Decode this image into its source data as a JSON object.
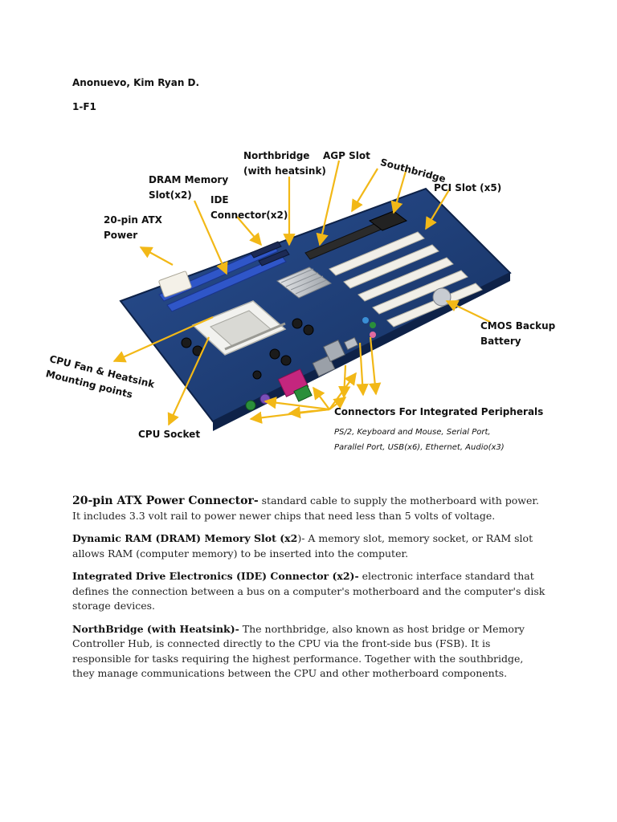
{
  "header": {
    "author": "Anonuevo, Kim Ryan D.",
    "section": "1-F1"
  },
  "figure": {
    "labels": {
      "northbridge": "Northbridge\n(with heatsink)",
      "agp": "AGP Slot",
      "southbridge": "Southbridge",
      "dram": "DRAM Memory\nSlot(x2)",
      "ide": "IDE\nConnector(x2)",
      "pci": "PCI Slot (x5)",
      "atx": "20-pin ATX\nPower",
      "cmos": "CMOS Backup\nBattery",
      "cpu_fan": "CPU Fan & Heatsink\nMounting points",
      "cpu_socket": "CPU Socket",
      "connectors": "Connectors For Integrated Peripherals",
      "connectors_sub": "PS/2, Keyboard and Mouse, Serial Port,\nParallel Port, USB(x6), Ethernet, Audio(x3)"
    },
    "colors": {
      "arrow": "#f2b817",
      "board": "#1f3f7a",
      "pcb_dark": "#17305e",
      "dimm": "#2f56c8",
      "white_slot": "#f1efe8",
      "agp": "#2b2b2b",
      "socket": "#f2f2ef",
      "heatsink": "#c9ccd1",
      "port_magenta": "#c4267e",
      "port_green": "#2a8f3a"
    }
  },
  "definitions": [
    {
      "term": "20-pin ATX Power Connector-",
      "text": "  standard cable to supply the motherboard with power. It includes 3.3 volt rail to power newer chips that need less than 5 volts of voltage."
    },
    {
      "term": "Dynamic RAM (DRAM) Memory Slot (x2",
      "text": ")- A memory slot, memory socket, or RAM slot allows RAM (computer memory) to be inserted into the computer."
    },
    {
      "term": "Integrated Drive Electronics (IDE) Connector (x2)-",
      "text": " electronic interface standard that defines the connection between a bus on a computer's motherboard and the computer's disk storage devices."
    },
    {
      "term": "NorthBridge (with Heatsink)-",
      "text": " The northbridge, also known as host bridge or Memory Controller Hub, is connected directly to the CPU via the front-side bus (FSB). It is responsible for tasks requiring the highest performance. Together with the southbridge, they manage communications between the CPU and other motherboard components."
    }
  ]
}
